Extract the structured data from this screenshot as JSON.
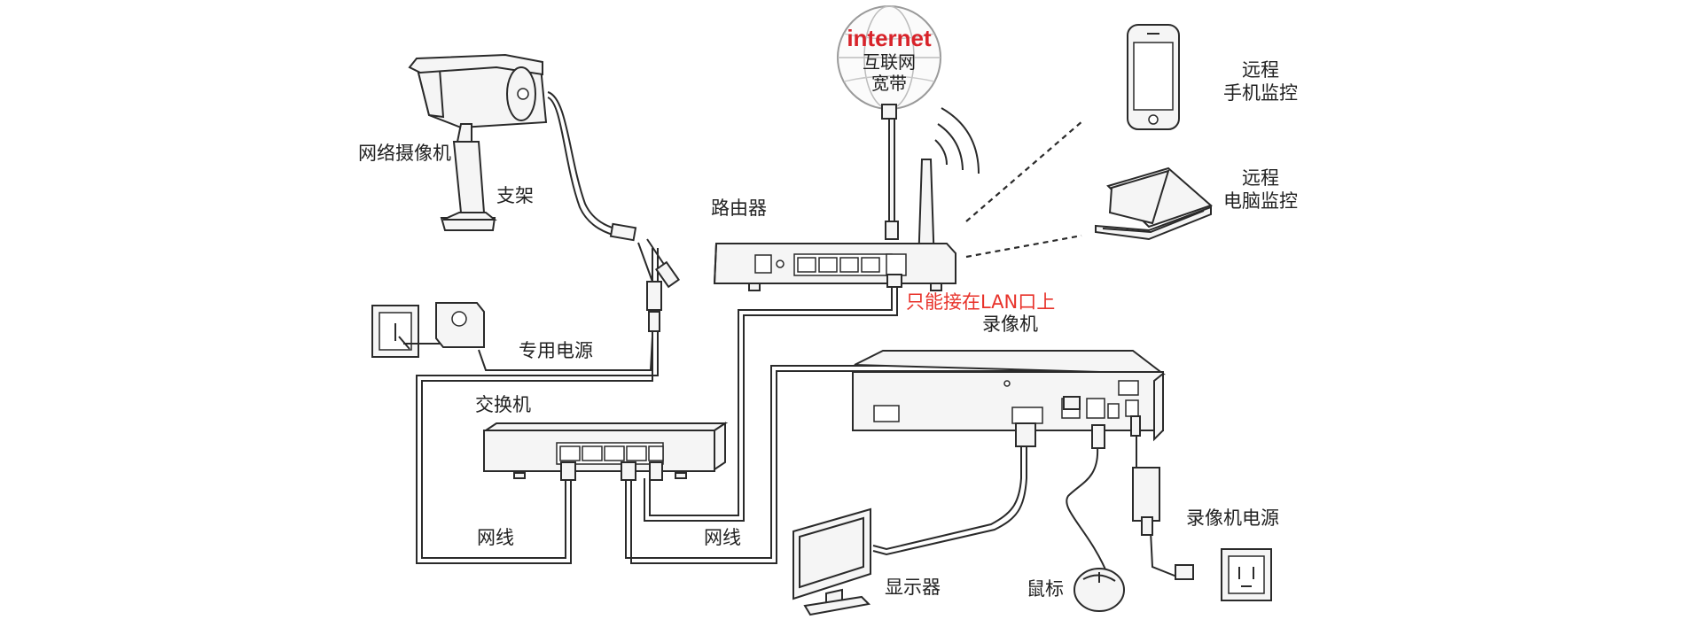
{
  "labels": {
    "internet_logo": "internet",
    "internet_cn_line1": "互联网",
    "internet_cn_line2": "宽带",
    "ip_camera": "网络摄像机",
    "bracket": "支架",
    "router": "路由器",
    "lan_only_note": "只能接在LAN口上",
    "nvr": "录像机",
    "dedicated_power": "专用电源",
    "switch": "交换机",
    "cable_left": "网线",
    "cable_mid": "网线",
    "monitor": "显示器",
    "mouse": "鼠标",
    "nvr_power": "录像机电源",
    "remote_phone_line1": "远程",
    "remote_phone_line2": "手机监控",
    "remote_pc_line1": "远程",
    "remote_pc_line2": "电脑监控"
  },
  "colors": {
    "line": "#2a2a2a",
    "device_fill": "#f4f4f4",
    "warning_text": "#e8322a",
    "internet_brand": "#d8232a"
  },
  "icons": [
    "globe-icon",
    "ip-camera-icon",
    "router-icon",
    "switch-icon",
    "nvr-icon",
    "smartphone-icon",
    "laptop-icon",
    "monitor-icon",
    "mouse-icon",
    "wall-socket-icon",
    "power-adapter-icon"
  ]
}
